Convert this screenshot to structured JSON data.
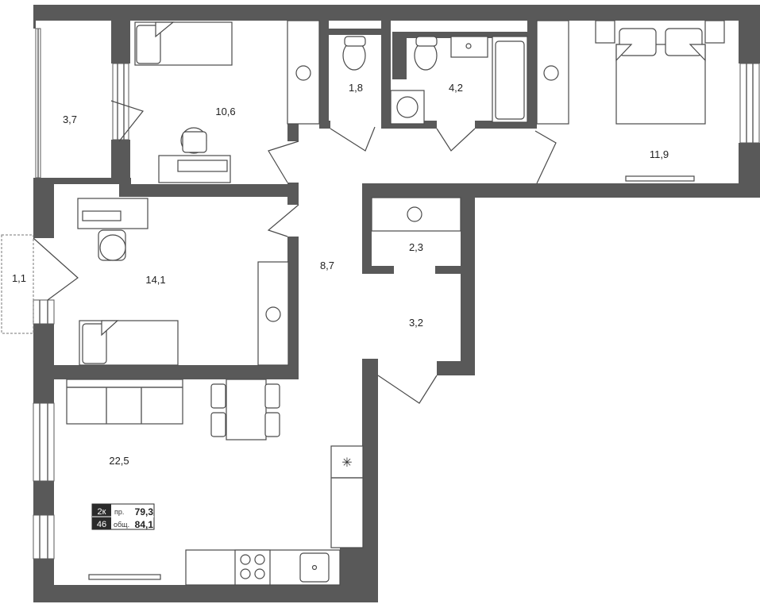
{
  "rooms": [
    {
      "id": "loggia-left",
      "area": "3,7"
    },
    {
      "id": "bedroom-small",
      "area": "10,6"
    },
    {
      "id": "toilet",
      "area": "1,8"
    },
    {
      "id": "bathroom",
      "area": "4,2"
    },
    {
      "id": "bedroom-master",
      "area": "11,9"
    },
    {
      "id": "balcony",
      "area": "1,1"
    },
    {
      "id": "bedroom-middle",
      "area": "14,1"
    },
    {
      "id": "hallway",
      "area": "8,7"
    },
    {
      "id": "storage",
      "area": "2,3"
    },
    {
      "id": "entry",
      "area": "3,2"
    },
    {
      "id": "living-kitchen",
      "area": "22,5"
    }
  ],
  "badge": {
    "type_code": "2к",
    "number": "46",
    "living_label": "пр.",
    "living_value": "79,3",
    "total_label": "общ.",
    "total_value": "84,1"
  },
  "colors": {
    "wall": "#595959",
    "background": "#ffffff",
    "badge_dark": "#2b2b2b"
  }
}
